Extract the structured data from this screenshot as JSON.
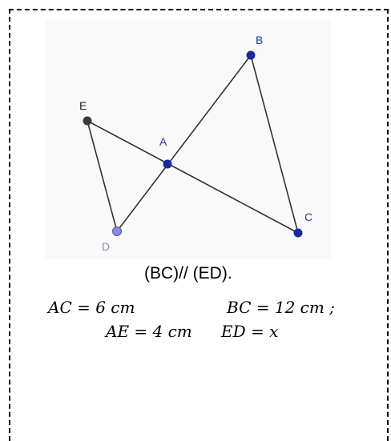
{
  "points": [
    {
      "id": "E",
      "label": "E",
      "color": "#3a3a3a"
    },
    {
      "id": "A",
      "label": "A",
      "color": "#1a2a9c"
    },
    {
      "id": "B",
      "label": "B",
      "color": "#1a2a9c"
    },
    {
      "id": "C",
      "label": "C",
      "color": "#1a2a9c"
    },
    {
      "id": "D",
      "label": "D",
      "color": "#8a8ad6"
    }
  ],
  "label_colors": {
    "default": "#2d3a9c",
    "E": "#222222",
    "D": "#8a8ad6"
  },
  "segments": [
    [
      "E",
      "C"
    ],
    [
      "D",
      "B"
    ],
    [
      "B",
      "C"
    ],
    [
      "E",
      "D"
    ]
  ],
  "caption": "(BC)// (ED).",
  "givens": {
    "ac": "AC = 6 cm",
    "bc": "BC = 12 cm ;",
    "ae": "AE = 4 cm",
    "ed": "ED = x"
  }
}
